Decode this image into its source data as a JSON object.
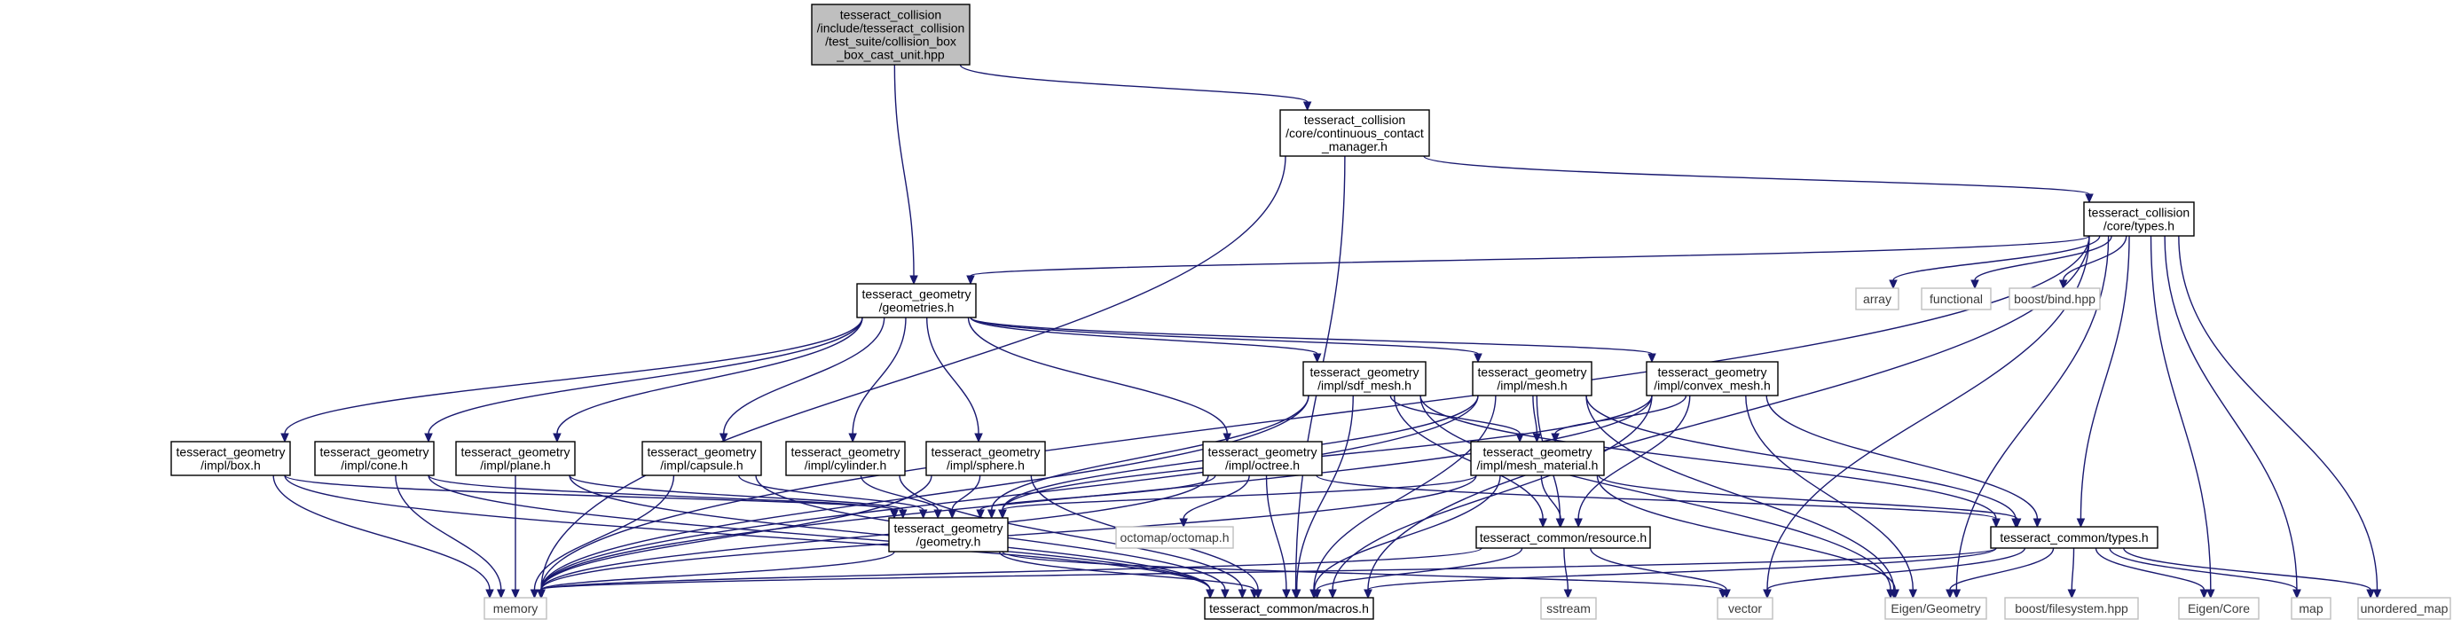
{
  "nodes": [
    {
      "id": "root",
      "lines": [
        "tesseract_collision",
        "/include/tesseract_collision",
        "/test_suite/collision_box",
        "_box_cast_unit.hpp"
      ],
      "style": "root"
    },
    {
      "id": "ccm",
      "lines": [
        "tesseract_collision",
        "/core/continuous_contact",
        "_manager.h"
      ],
      "style": "box"
    },
    {
      "id": "ctypes",
      "lines": [
        "tesseract_collision",
        "/core/types.h"
      ],
      "style": "box"
    },
    {
      "id": "geometries",
      "lines": [
        "tesseract_geometry",
        "/geometries.h"
      ],
      "style": "box"
    },
    {
      "id": "array",
      "lines": [
        "array"
      ],
      "style": "ext"
    },
    {
      "id": "functional",
      "lines": [
        "functional"
      ],
      "style": "ext"
    },
    {
      "id": "boostbind",
      "lines": [
        "boost/bind.hpp"
      ],
      "style": "ext"
    },
    {
      "id": "sdfmesh",
      "lines": [
        "tesseract_geometry",
        "/impl/sdf_mesh.h"
      ],
      "style": "box"
    },
    {
      "id": "mesh",
      "lines": [
        "tesseract_geometry",
        "/impl/mesh.h"
      ],
      "style": "box"
    },
    {
      "id": "convex",
      "lines": [
        "tesseract_geometry",
        "/impl/convex_mesh.h"
      ],
      "style": "box"
    },
    {
      "id": "box",
      "lines": [
        "tesseract_geometry",
        "/impl/box.h"
      ],
      "style": "box"
    },
    {
      "id": "cone",
      "lines": [
        "tesseract_geometry",
        "/impl/cone.h"
      ],
      "style": "box"
    },
    {
      "id": "plane",
      "lines": [
        "tesseract_geometry",
        "/impl/plane.h"
      ],
      "style": "box"
    },
    {
      "id": "capsule",
      "lines": [
        "tesseract_geometry",
        "/impl/capsule.h"
      ],
      "style": "box"
    },
    {
      "id": "cylinder",
      "lines": [
        "tesseract_geometry",
        "/impl/cylinder.h"
      ],
      "style": "box"
    },
    {
      "id": "sphere",
      "lines": [
        "tesseract_geometry",
        "/impl/sphere.h"
      ],
      "style": "box"
    },
    {
      "id": "octree",
      "lines": [
        "tesseract_geometry",
        "/impl/octree.h"
      ],
      "style": "box"
    },
    {
      "id": "meshmat",
      "lines": [
        "tesseract_geometry",
        "/impl/mesh_material.h"
      ],
      "style": "box"
    },
    {
      "id": "geometry",
      "lines": [
        "tesseract_geometry",
        "/geometry.h"
      ],
      "style": "box"
    },
    {
      "id": "octomap",
      "lines": [
        "octomap/octomap.h"
      ],
      "style": "ext"
    },
    {
      "id": "resource",
      "lines": [
        "tesseract_common/resource.h"
      ],
      "style": "box"
    },
    {
      "id": "ctypesh",
      "lines": [
        "tesseract_common/types.h"
      ],
      "style": "box"
    },
    {
      "id": "memory",
      "lines": [
        "memory"
      ],
      "style": "ext"
    },
    {
      "id": "macros",
      "lines": [
        "tesseract_common/macros.h"
      ],
      "style": "box"
    },
    {
      "id": "sstream",
      "lines": [
        "sstream"
      ],
      "style": "ext"
    },
    {
      "id": "vector",
      "lines": [
        "vector"
      ],
      "style": "ext"
    },
    {
      "id": "eigengeo",
      "lines": [
        "Eigen/Geometry"
      ],
      "style": "ext"
    },
    {
      "id": "boostfs",
      "lines": [
        "boost/filesystem.hpp"
      ],
      "style": "ext"
    },
    {
      "id": "eigencore",
      "lines": [
        "Eigen/Core"
      ],
      "style": "ext"
    },
    {
      "id": "map",
      "lines": [
        "map"
      ],
      "style": "ext"
    },
    {
      "id": "umap",
      "lines": [
        "unordered_map"
      ],
      "style": "ext"
    }
  ],
  "edges": [
    [
      "root",
      "ccm"
    ],
    [
      "root",
      "geometries"
    ],
    [
      "ccm",
      "memory"
    ],
    [
      "ccm",
      "ctypes"
    ],
    [
      "ccm",
      "macros"
    ],
    [
      "ctypes",
      "array"
    ],
    [
      "ctypes",
      "functional"
    ],
    [
      "ctypes",
      "boostbind"
    ],
    [
      "ctypes",
      "memory"
    ],
    [
      "ctypes",
      "geometries"
    ],
    [
      "ctypes",
      "macros"
    ],
    [
      "ctypes",
      "ctypesh"
    ],
    [
      "ctypes",
      "eigengeo"
    ],
    [
      "ctypes",
      "vector"
    ],
    [
      "ctypes",
      "eigencore"
    ],
    [
      "ctypes",
      "map"
    ],
    [
      "ctypes",
      "umap"
    ],
    [
      "geometries",
      "box"
    ],
    [
      "geometries",
      "cone"
    ],
    [
      "geometries",
      "plane"
    ],
    [
      "geometries",
      "capsule"
    ],
    [
      "geometries",
      "cylinder"
    ],
    [
      "geometries",
      "sphere"
    ],
    [
      "geometries",
      "octree"
    ],
    [
      "geometries",
      "sdfmesh"
    ],
    [
      "geometries",
      "mesh"
    ],
    [
      "geometries",
      "convex"
    ],
    [
      "box",
      "geometry"
    ],
    [
      "box",
      "memory"
    ],
    [
      "box",
      "macros"
    ],
    [
      "cone",
      "geometry"
    ],
    [
      "cone",
      "memory"
    ],
    [
      "cone",
      "macros"
    ],
    [
      "plane",
      "geometry"
    ],
    [
      "plane",
      "memory"
    ],
    [
      "plane",
      "macros"
    ],
    [
      "capsule",
      "geometry"
    ],
    [
      "capsule",
      "memory"
    ],
    [
      "capsule",
      "macros"
    ],
    [
      "cylinder",
      "geometry"
    ],
    [
      "cylinder",
      "macros"
    ],
    [
      "sphere",
      "geometry"
    ],
    [
      "sphere",
      "memory"
    ],
    [
      "sphere",
      "macros"
    ],
    [
      "octree",
      "geometry"
    ],
    [
      "octree",
      "octomap"
    ],
    [
      "octree",
      "macros"
    ],
    [
      "octree",
      "memory"
    ],
    [
      "octree",
      "ctypesh"
    ],
    [
      "sdfmesh",
      "geometry"
    ],
    [
      "sdfmesh",
      "meshmat"
    ],
    [
      "sdfmesh",
      "resource"
    ],
    [
      "sdfmesh",
      "macros"
    ],
    [
      "sdfmesh",
      "memory"
    ],
    [
      "sdfmesh",
      "eigengeo"
    ],
    [
      "sdfmesh",
      "ctypesh"
    ],
    [
      "mesh",
      "geometry"
    ],
    [
      "mesh",
      "meshmat"
    ],
    [
      "mesh",
      "resource"
    ],
    [
      "mesh",
      "macros"
    ],
    [
      "mesh",
      "memory"
    ],
    [
      "mesh",
      "eigengeo"
    ],
    [
      "mesh",
      "ctypesh"
    ],
    [
      "convex",
      "geometry"
    ],
    [
      "convex",
      "meshmat"
    ],
    [
      "convex",
      "resource"
    ],
    [
      "convex",
      "macros"
    ],
    [
      "convex",
      "eigengeo"
    ],
    [
      "convex",
      "ctypesh"
    ],
    [
      "convex",
      "memory"
    ],
    [
      "meshmat",
      "geometry"
    ],
    [
      "meshmat",
      "resource"
    ],
    [
      "meshmat",
      "eigengeo"
    ],
    [
      "meshmat",
      "ctypesh"
    ],
    [
      "meshmat",
      "macros"
    ],
    [
      "meshmat",
      "memory"
    ],
    [
      "geometry",
      "memory"
    ],
    [
      "geometry",
      "macros"
    ],
    [
      "geometry",
      "vector"
    ],
    [
      "resource",
      "memory"
    ],
    [
      "resource",
      "sstream"
    ],
    [
      "resource",
      "vector"
    ],
    [
      "resource",
      "macros"
    ],
    [
      "ctypesh",
      "vector"
    ],
    [
      "ctypesh",
      "memory"
    ],
    [
      "ctypesh",
      "macros"
    ],
    [
      "ctypesh",
      "eigengeo"
    ],
    [
      "ctypesh",
      "boostfs"
    ],
    [
      "ctypesh",
      "eigencore"
    ],
    [
      "ctypesh",
      "map"
    ],
    [
      "ctypesh",
      "umap"
    ]
  ],
  "colors": {
    "edge": "#191970",
    "root_fill": "#bfbfbf",
    "node_border": "#000000",
    "ext_border": "#bfbfbf"
  }
}
